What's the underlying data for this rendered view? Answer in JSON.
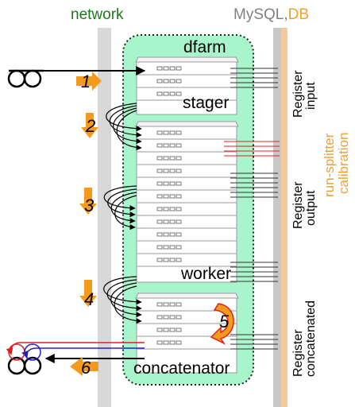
{
  "header": {
    "network": "network",
    "mysql": "MySQL",
    "comma": ",",
    "db": "DB"
  },
  "farm": {
    "title": "dfarm",
    "stager": "stager",
    "worker": "worker",
    "concatenator": "concatenator"
  },
  "steps": [
    "1",
    "2",
    "3",
    "4",
    "5",
    "6"
  ],
  "registers": {
    "input": [
      "Register",
      "input"
    ],
    "output": [
      "Register",
      "output"
    ],
    "concatenated": [
      "Register",
      "concatenated"
    ]
  },
  "calibration": [
    "run-splitter",
    "calibration"
  ],
  "colors": {
    "network": "#1a7a1a",
    "mysql": "#808080",
    "db": "#f0a030",
    "farm_fill": "#a8f5cc",
    "bar": "#d8d8d8",
    "db_bar": "#f5c99a",
    "arrow": "#f59a1c",
    "red": "#e02020",
    "blue": "#2020c0"
  },
  "icons": [
    "tape-reel-icon",
    "server-rack-icon",
    "cycle-arrow-icon"
  ]
}
